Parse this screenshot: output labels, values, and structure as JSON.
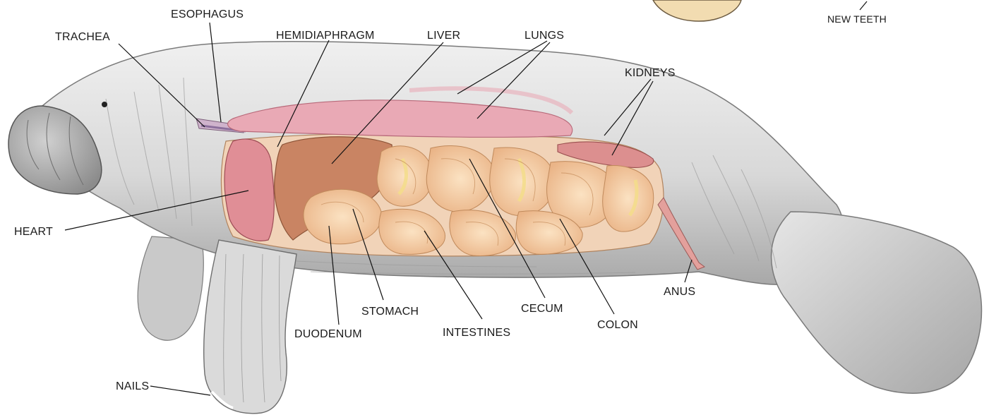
{
  "labels": {
    "esophagus": "ESOPHAGUS",
    "trachea": "TRACHEA",
    "hemidiaphragm": "HEMIDIAPHRAGM",
    "liver": "LIVER",
    "lungs": "LUNGS",
    "new_teeth": "NEW TEETH",
    "kidneys": "KIDNEYS",
    "heart": "HEART",
    "stomach": "STOMACH",
    "duodenum": "DUODENUM",
    "intestines": "INTESTINES",
    "cecum": "CECUM",
    "colon": "COLON",
    "anus": "ANUS",
    "nails": "NAILS"
  },
  "colors": {
    "skin": "#d9d9d9",
    "skin_dark": "#9a9a9a",
    "lung": "#e8a9b4",
    "liver": "#c98463",
    "heart": "#e08e96",
    "intestine": "#f6cda2",
    "intestine_fat": "#f3dd8a",
    "kidney": "#dc8f8f",
    "tooth": "#f2dcb1"
  }
}
